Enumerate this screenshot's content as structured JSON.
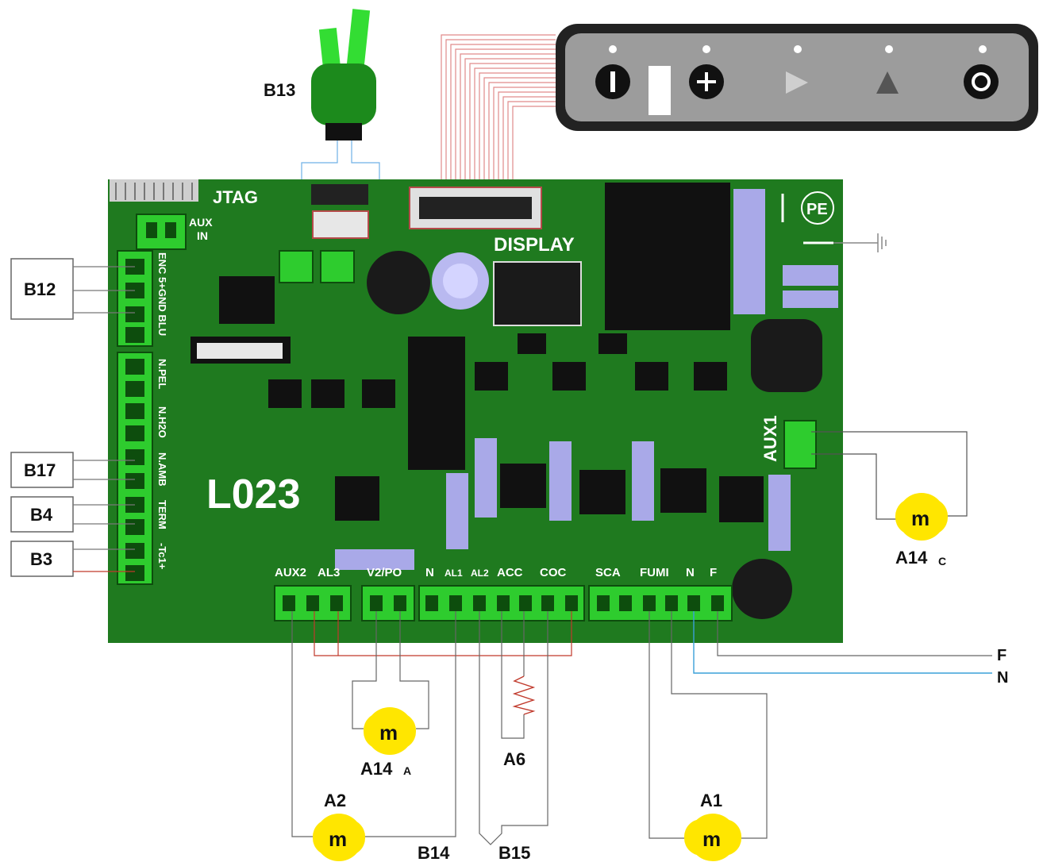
{
  "board": {
    "model": "L023",
    "jtag_label": "JTAG",
    "aux_in_line1": "AUX",
    "aux_in_line2": "IN",
    "display_label": "DISPLAY",
    "pe_label": "PE",
    "aux1_label": "AUX1"
  },
  "left_connector_labels": {
    "enc": "ENC 5+GND BLU",
    "npel": "N.PEL",
    "nh2o": "N.H2O",
    "namb": "N.AMB",
    "term": "TERM",
    "tc": "-Tc1+"
  },
  "bottom_terminal_labels": [
    "AUX2",
    "AL3",
    "V2/PO",
    "N",
    "AL1",
    "AL2",
    "ACC",
    "COC",
    "SCA",
    "FUMI",
    "N",
    "F"
  ],
  "components": {
    "b13": "B13",
    "b12": "B12",
    "b17": "B17",
    "b4": "B4",
    "b3": "B3",
    "a14c_main": "A14",
    "a14c_sub": "C",
    "a14a_main": "A14",
    "a14a_sub": "A",
    "a6": "A6",
    "a2": "A2",
    "a1": "A1",
    "b14": "B14",
    "b15": "B15",
    "motor_symbol": "m"
  },
  "supply": {
    "phase": "F",
    "neutral": "N"
  },
  "colors": {
    "board_green": "#1f7a1f",
    "connector_green": "#2ecc2e",
    "motor_yellow": "#ffe600",
    "heatsink_lavender": "#a9a9e8",
    "wire_red": "#c0392b",
    "wire_blue": "#3aa0d8",
    "display_panel": "#2a2a2a"
  }
}
